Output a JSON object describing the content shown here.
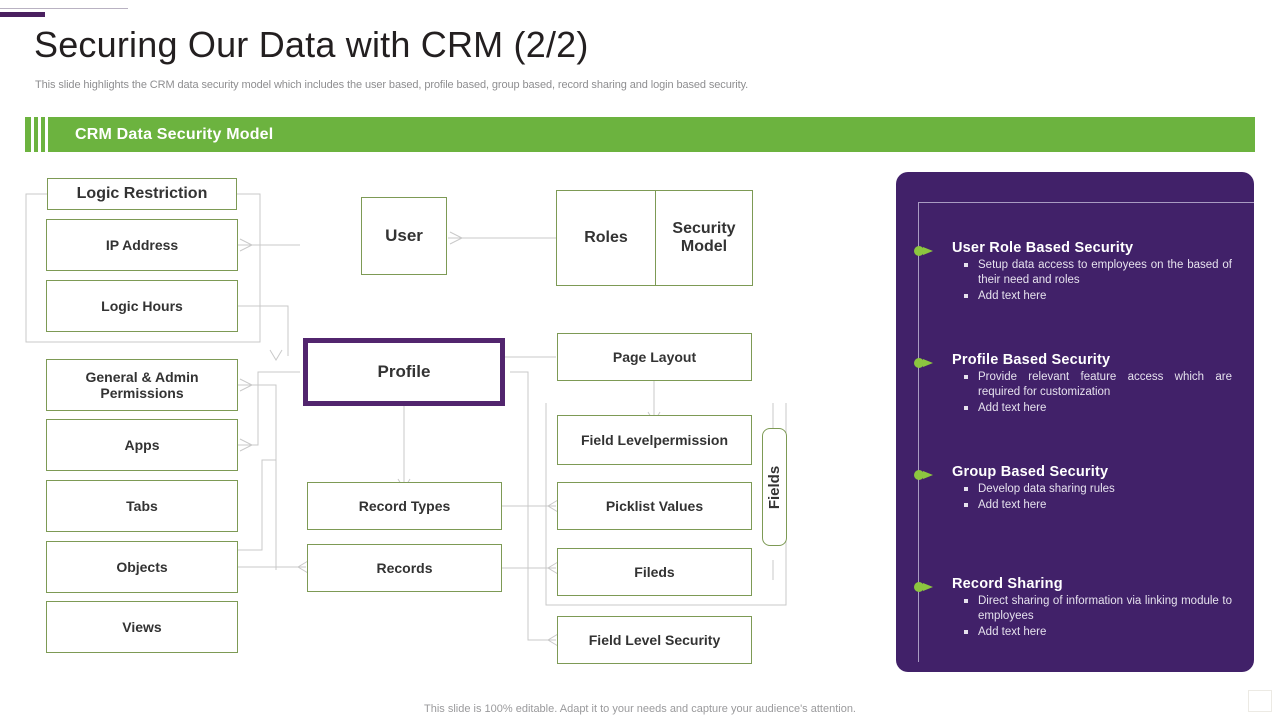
{
  "header": {
    "title": "Securing Our Data with CRM (2/2)",
    "subtitle": "This slide highlights the CRM data security model which includes the user based, profile based, group based, record sharing and login based security.",
    "section_label": "CRM Data Security Model"
  },
  "colors": {
    "green": "#6cb33f",
    "node_border": "#7d9a55",
    "purple_panel": "#412169",
    "purple_accent": "#52256e",
    "connector": "#c9c9c9",
    "bullet_green": "#8cc63f"
  },
  "diagram": {
    "nodes": [
      {
        "id": "logic-restriction",
        "label": "Logic Restriction"
      },
      {
        "id": "ip-address",
        "label": "IP Address"
      },
      {
        "id": "logic-hours",
        "label": "Logic Hours"
      },
      {
        "id": "general-admin-permissions",
        "label": "General & Admin Permissions"
      },
      {
        "id": "apps",
        "label": "Apps"
      },
      {
        "id": "tabs",
        "label": "Tabs"
      },
      {
        "id": "objects",
        "label": "Objects"
      },
      {
        "id": "views",
        "label": "Views"
      },
      {
        "id": "user",
        "label": "User"
      },
      {
        "id": "profile",
        "label": "Profile"
      },
      {
        "id": "record-types",
        "label": "Record Types"
      },
      {
        "id": "records",
        "label": "Records"
      },
      {
        "id": "roles",
        "label": "Roles"
      },
      {
        "id": "security-model",
        "label": "Security Model"
      },
      {
        "id": "page-layout",
        "label": "Page Layout"
      },
      {
        "id": "field-level-permission",
        "label": "Field Levelpermission"
      },
      {
        "id": "picklist-values",
        "label": "Picklist Values"
      },
      {
        "id": "fileds",
        "label": "Fileds"
      },
      {
        "id": "field-level-security",
        "label": "Field Level Security"
      },
      {
        "id": "fields",
        "label": "Fields"
      }
    ]
  },
  "panel": {
    "items": [
      {
        "heading": "User Role Based Security",
        "bullets": [
          "Setup data access to employees on the based of their need and roles",
          "Add text here"
        ]
      },
      {
        "heading": "Profile Based Security",
        "bullets": [
          "Provide relevant feature access which are required for customization",
          "Add text here"
        ]
      },
      {
        "heading": "Group Based Security",
        "bullets": [
          "Develop data sharing rules",
          "Add text here"
        ]
      },
      {
        "heading": "Record Sharing",
        "bullets": [
          "Direct sharing of information via linking module to employees",
          "Add text here"
        ]
      }
    ]
  },
  "footer": {
    "note": "This slide is 100% editable. Adapt it to your needs and capture your audience's attention."
  }
}
